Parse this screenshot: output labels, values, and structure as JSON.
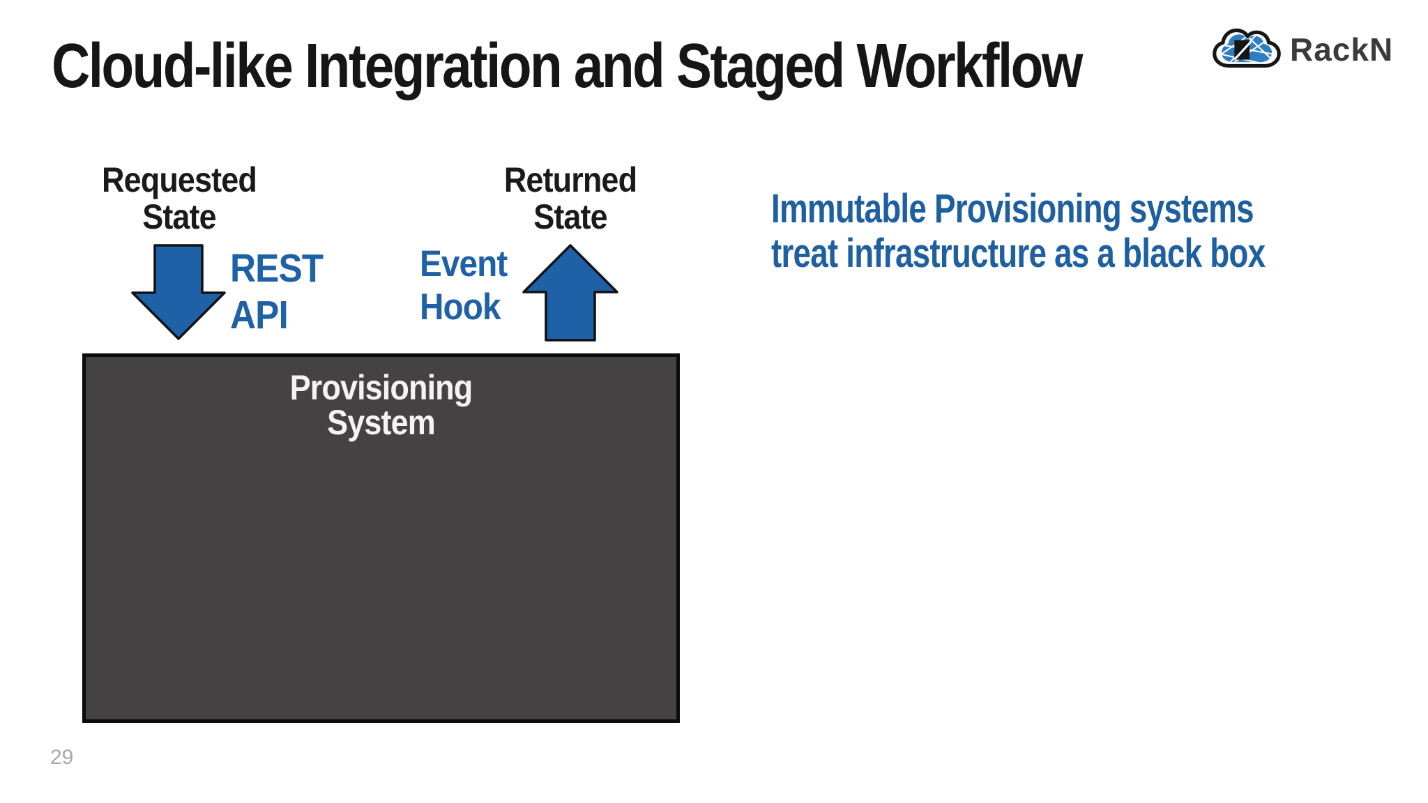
{
  "slide": {
    "title": "Cloud-like Integration and Staged Workflow",
    "page_number": "29",
    "background": "#ffffff"
  },
  "logo": {
    "brand": "RackN",
    "icon": "rackn-cloud-logo",
    "cloud_blue": "#2e7fc1",
    "outline_color": "#161616",
    "text_color": "#3b3b3b"
  },
  "headline": {
    "line1": "Immutable Provisioning systems",
    "line2": "treat infrastructure as a black box",
    "color": "#1d5fa0"
  },
  "diagram": {
    "arrow_blue": "#1f61a6",
    "arrow_outline": "#111111",
    "states": [
      {
        "id": "requested-state",
        "line1": "Requested",
        "line2": "State"
      },
      {
        "id": "returned-state",
        "line1": "Returned",
        "line2": "State"
      }
    ],
    "arrows": [
      {
        "id": "rest-api-arrow",
        "direction": "down",
        "line1": "REST",
        "line2": "API"
      },
      {
        "id": "event-hook-arrow",
        "direction": "up",
        "line1": "Event",
        "line2": "Hook"
      }
    ],
    "box": {
      "line1": "Provisioning",
      "line2": "System",
      "fill": "#454244",
      "border": "#0c0c0c",
      "text_color": "#f4f2f2"
    }
  }
}
